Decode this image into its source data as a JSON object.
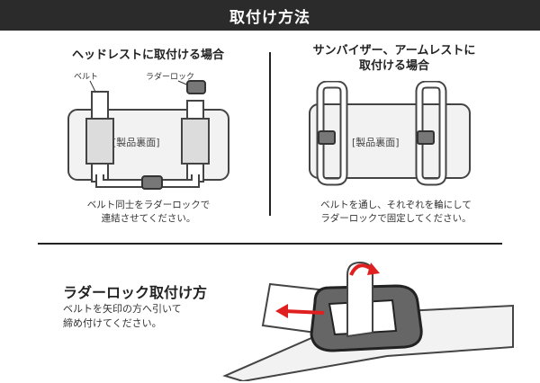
{
  "header": {
    "title": "取付け方法"
  },
  "headrest": {
    "heading": "ヘッドレストに取付ける場合",
    "label_belt": "ベルト",
    "label_lock": "ラダーロック",
    "panel_text": "[製品裏面]",
    "caption_line1": "ベルト同士をラダーロックで",
    "caption_line2": "連結させてください。"
  },
  "sunvisor": {
    "heading_line1": "サンバイザー、アームレストに",
    "heading_line2": "取付ける場合",
    "panel_text": "[製品裏面]",
    "caption_line1": "ベルトを通し、それぞれを輪にして",
    "caption_line2": "ラダーロックで固定してください。"
  },
  "ladder": {
    "heading": "ラダーロック取付け方",
    "desc_line1": "ベルトを矢印の方へ引いて",
    "desc_line2": "締め付けてください。"
  },
  "colors": {
    "header_bg": "#2b2b2b",
    "arrow": "#e02020",
    "panel_fill": "#f2f2f2"
  }
}
